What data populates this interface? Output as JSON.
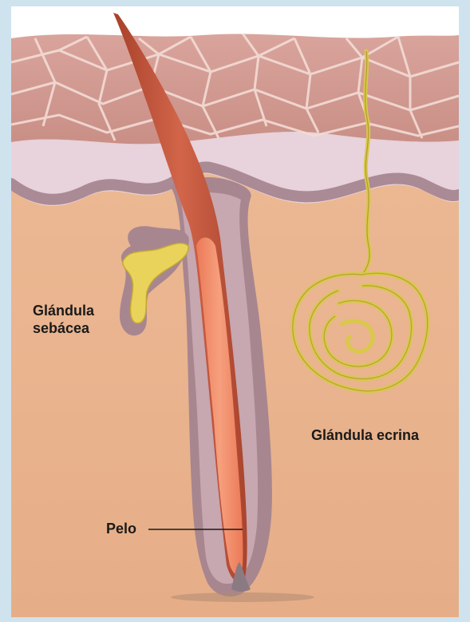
{
  "labels": {
    "sebaceous_gland_line1": "Glándula",
    "sebaceous_gland_line2": "sebácea",
    "eccrine_gland": "Glándula ecrina",
    "hair": "Pelo"
  },
  "colors": {
    "frame": "#cfe3ef",
    "dermis": "#e9b48e",
    "epidermis_top": "#d79c90",
    "epidermis_grid": "#f1d6ce",
    "basal_layer": "#e7d3de",
    "follicle_sheath": "#a8868f",
    "hair_shaft": "#c9553a",
    "hair_core": "#f08a6a",
    "sebaceous_gland": "#ead35a",
    "eccrine_gland": "#d9c84a"
  }
}
